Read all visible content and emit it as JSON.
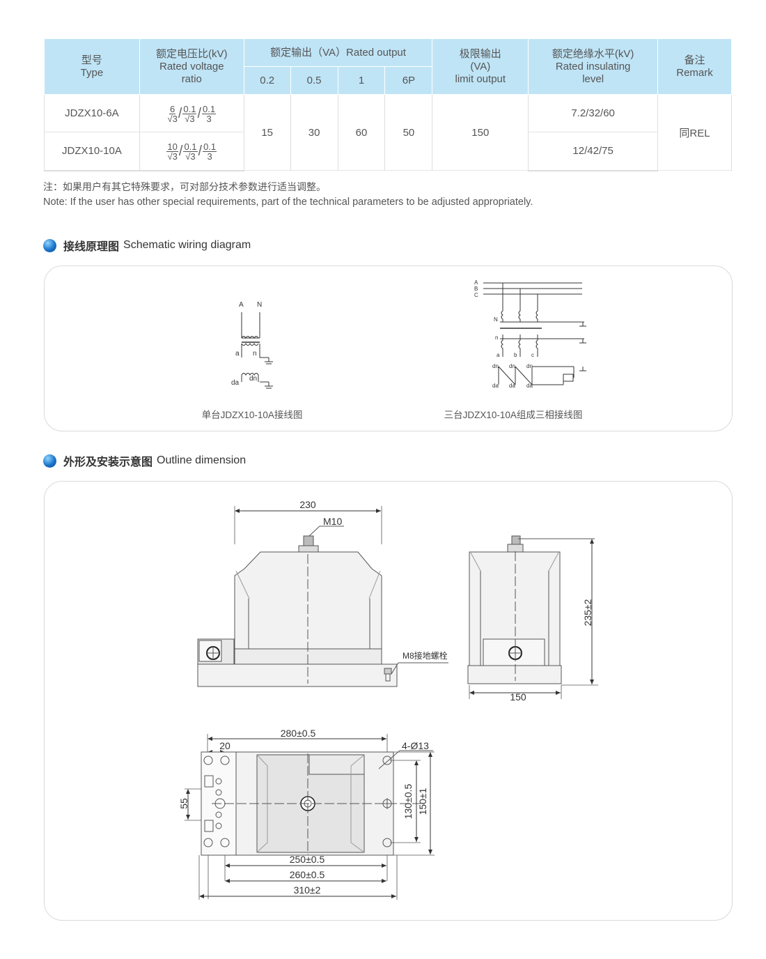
{
  "table": {
    "headers": {
      "type_zh": "型号",
      "type_en": "Type",
      "ratio_zh": "额定电压比(kV)",
      "ratio_en1": "Rated voltage",
      "ratio_en2": "ratio",
      "output": "额定输出（VA）Rated output",
      "output_cols": [
        "0.2",
        "0.5",
        "1",
        "6P"
      ],
      "limit_zh": "极限输出",
      "limit_unit": "(VA)",
      "limit_en": "limit output",
      "ins_zh": "额定绝缘水平(kV)",
      "ins_en1": "Rated insulating",
      "ins_en2": "level",
      "remark_zh": "备注",
      "remark_en": "Remark"
    },
    "rows": [
      {
        "type": "JDZX10-6A",
        "ratio_primary": "6",
        "insulation": "7.2/32/60"
      },
      {
        "type": "JDZX10-10A",
        "ratio_primary": "10",
        "insulation": "12/42/75"
      }
    ],
    "ratio_common": {
      "sqrt3": "√3",
      "p1": "0.1",
      "p2": "0.1",
      "d3": "3"
    },
    "output_values": [
      "15",
      "30",
      "60",
      "50"
    ],
    "limit_value": "150",
    "remark": "同REL"
  },
  "note": {
    "zh": "注：如果用户有其它特殊要求，可对部分技术参数进行适当调整。",
    "en": "Note: If the user has other special requirements, part of the technical  parameters to be adjusted appropriately."
  },
  "section1": {
    "zh": "接线原理图",
    "en": "Schematic wiring diagram"
  },
  "wiring": {
    "single_caption": "单台JDZX10-10A接线图",
    "triple_caption": "三台JDZX10-10A组成三相接线图",
    "labels": {
      "A": "A",
      "N": "N",
      "a": "a",
      "n": "n",
      "da": "da",
      "dn": "dn",
      "B": "B",
      "C": "C",
      "b": "b",
      "c": "c"
    }
  },
  "section2": {
    "zh": "外形及安装示意图",
    "en": "Outline dimension"
  },
  "dims": {
    "w230": "230",
    "m10": "M10",
    "m8": "M8接地螺栓",
    "h235": "235±2",
    "w150": "150",
    "w280": "280±0.5",
    "w20": "20",
    "holes": "4-Ø13",
    "h55": "55",
    "h130": "130±0.5",
    "h150": "150±1",
    "w250": "250±0.5",
    "w260": "260±0.5",
    "w310": "310±2"
  }
}
